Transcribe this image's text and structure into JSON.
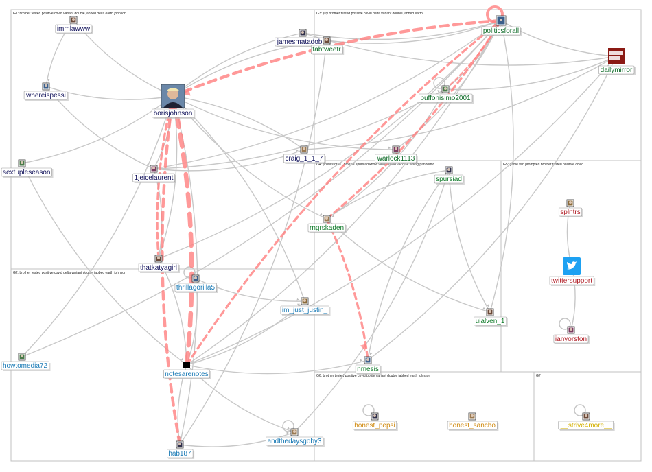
{
  "colors": {
    "g1": "#10115a",
    "g2": "#1a7ab5",
    "g3": "#0e6b28",
    "g4": "#0e7a28",
    "g5": "#b01c24",
    "g6": "#d08a10",
    "g7": "#d4b000",
    "edge": "#c8c8c8",
    "heavy_edge": "#ff8080",
    "mirror_red": "#8b1a14"
  },
  "groups": [
    {
      "id": "G1",
      "title": "G1: brother tested positive covid variant double jabbed delta earth johnson"
    },
    {
      "id": "G2",
      "title": "G2: brother tested positive covid delta variant double jabbed earth johnson"
    },
    {
      "id": "G3",
      "title": "G3: july brother tested positive covid delta variant double jabbed earth"
    },
    {
      "id": "G4",
      "title": "G4: politicsforall _nmesis spursiad know virus tested vaccine hiding pandemic"
    },
    {
      "id": "G5",
      "title": "G5: game win prompted brother tested positive covid"
    },
    {
      "id": "G6",
      "title": "G6: brother tested positive covid bottle variant double jabbed earth johnson"
    },
    {
      "id": "G7",
      "title": "G7"
    }
  ],
  "nodes": [
    {
      "id": "immlawww",
      "label": "immlawww",
      "group": "g1",
      "icon": "avatar-icon"
    },
    {
      "id": "whereispessi",
      "label": "whereispessi",
      "group": "g1",
      "icon": "avatar-icon"
    },
    {
      "id": "borisjohnson",
      "label": "borisjohnson",
      "group": "g1",
      "icon": "portrait-icon"
    },
    {
      "id": "sextupleseason",
      "label": "sextupleseason",
      "group": "g1",
      "icon": "avatar-icon"
    },
    {
      "id": "1jeicelaurent",
      "label": "1jeicelaurent",
      "group": "g1",
      "icon": "avatar-icon"
    },
    {
      "id": "jamesmatadobra",
      "label": "jamesmatadobra",
      "group": "g1",
      "icon": "avatar-icon"
    },
    {
      "id": "craig_1_1_7",
      "label": "craig_1_1_7",
      "group": "g1",
      "icon": "avatar-icon"
    },
    {
      "id": "thatkatyagirl",
      "label": "thatkatyagirl",
      "group": "g1",
      "icon": "avatar-icon"
    },
    {
      "id": "thrillagorilla5",
      "label": "thrillagorilla5",
      "group": "g2",
      "icon": "avatar-icon"
    },
    {
      "id": "im_just_justin_",
      "label": "im_just_justin_",
      "group": "g2",
      "icon": "avatar-icon"
    },
    {
      "id": "howtomedia72",
      "label": "howtomedia72",
      "group": "g2",
      "icon": "avatar-icon"
    },
    {
      "id": "notesarenotes",
      "label": "notesarenotes",
      "group": "g2",
      "icon": "square-icon"
    },
    {
      "id": "hab187",
      "label": "hab187",
      "group": "g2",
      "icon": "avatar-icon"
    },
    {
      "id": "andthedaysgoby3",
      "label": "andthedaysgoby3",
      "group": "g2",
      "icon": "avatar-icon"
    },
    {
      "id": "fabtweetr",
      "label": "fabtweetr",
      "group": "g3",
      "icon": "avatar-icon"
    },
    {
      "id": "politicsforall",
      "label": "politicsforall",
      "group": "g3",
      "icon": "avatar-icon"
    },
    {
      "id": "dailymirror",
      "label": "dailymirror",
      "group": "g3",
      "icon": "mirror-logo-icon"
    },
    {
      "id": "buffonisimo2001",
      "label": "buffonisimo2001",
      "group": "g3",
      "icon": "avatar-icon"
    },
    {
      "id": "warlock1113",
      "label": "warlock1113",
      "group": "g3",
      "icon": "avatar-icon"
    },
    {
      "id": "spursiad",
      "label": "spursiad",
      "group": "g4",
      "icon": "avatar-icon"
    },
    {
      "id": "rngrskaden",
      "label": "rngrskaden",
      "group": "g4",
      "icon": "avatar-icon"
    },
    {
      "id": "uialven_1",
      "label": "uialven_1",
      "group": "g4",
      "icon": "avatar-icon"
    },
    {
      "id": "nmesis",
      "label": "nmesis",
      "group": "g4",
      "icon": "avatar-icon"
    },
    {
      "id": "splntrs",
      "label": "splntrs",
      "group": "g5",
      "icon": "avatar-icon"
    },
    {
      "id": "twittersupport",
      "label": "twittersupport",
      "group": "g5",
      "icon": "twitter-bird-icon"
    },
    {
      "id": "ianyorston",
      "label": "ianyorston",
      "group": "g5",
      "icon": "avatar-icon"
    },
    {
      "id": "honest_pepsi",
      "label": "honest_pepsi",
      "group": "g6",
      "icon": "avatar-icon"
    },
    {
      "id": "honest_sancho",
      "label": "honest_sancho",
      "group": "g6",
      "icon": "avatar-icon"
    },
    {
      "id": "__strive4more__",
      "label": "__strive4more__",
      "group": "g7",
      "icon": "avatar-icon"
    }
  ],
  "edges": [
    [
      "immlawww",
      "whereispessi"
    ],
    [
      "immlawww",
      "borisjohnson"
    ],
    [
      "whereispessi",
      "borisjohnson"
    ],
    [
      "whereispessi",
      "1jeicelaurent"
    ],
    [
      "sextupleseason",
      "borisjohnson"
    ],
    [
      "sextupleseason",
      "notesarenotes"
    ],
    [
      "1jeicelaurent",
      "borisjohnson"
    ],
    [
      "1jeicelaurent",
      "craig_1_1_7"
    ],
    [
      "1jeicelaurent",
      "politicsforall"
    ],
    [
      "1jeicelaurent",
      "buffonisimo2001"
    ],
    [
      "jamesmatadobra",
      "borisjohnson"
    ],
    [
      "jamesmatadobra",
      "politicsforall"
    ],
    [
      "jamesmatadobra",
      "dailymirror"
    ],
    [
      "craig_1_1_7",
      "borisjohnson"
    ],
    [
      "borisjohnson",
      "warlock1113"
    ],
    [
      "borisjohnson",
      "rngrskaden"
    ],
    [
      "thatkatyagirl",
      "borisjohnson"
    ],
    [
      "thatkatyagirl",
      "1jeicelaurent"
    ],
    [
      "thrillagorilla5",
      "im_just_justin_"
    ],
    [
      "im_just_justin_",
      "borisjohnson"
    ],
    [
      "howtomedia72",
      "borisjohnson"
    ],
    [
      "howtomedia72",
      "politicsforall"
    ],
    [
      "notesarenotes",
      "thrillagorilla5"
    ],
    [
      "notesarenotes",
      "im_just_justin_"
    ],
    [
      "notesarenotes",
      "nmesis"
    ],
    [
      "notesarenotes",
      "hab187"
    ],
    [
      "notesarenotes",
      "andthedaysgoby3"
    ],
    [
      "notesarenotes",
      "thatkatyagirl"
    ],
    [
      "notesarenotes",
      "dailymirror"
    ],
    [
      "notesarenotes",
      "politicsforall"
    ],
    [
      "hab187",
      "andthedaysgoby3"
    ],
    [
      "hab187",
      "borisjohnson"
    ],
    [
      "hab187",
      "fabtweetr"
    ],
    [
      "andthedaysgoby3",
      "spursiad"
    ],
    [
      "fabtweetr",
      "borisjohnson"
    ],
    [
      "fabtweetr",
      "politicsforall"
    ],
    [
      "buffonisimo2001",
      "politicsforall"
    ],
    [
      "buffonisimo2001",
      "dailymirror"
    ],
    [
      "warlock1113",
      "politicsforall"
    ],
    [
      "spursiad",
      "rngrskaden"
    ],
    [
      "spursiad",
      "uialven_1"
    ],
    [
      "spursiad",
      "nmesis"
    ],
    [
      "rngrskaden",
      "uialven_1"
    ],
    [
      "rngrskaden",
      "buffonisimo2001"
    ],
    [
      "uialven_1",
      "politicsforall"
    ],
    [
      "nmesis",
      "dailymirror"
    ],
    [
      "politicsforall",
      "dailymirror"
    ],
    [
      "splntrs",
      "twittersupport"
    ],
    [
      "ianyorston",
      "twittersupport"
    ],
    [
      "craig_1_1_7",
      "dailymirror"
    ],
    [
      "thatkatyagirl",
      "politicsforall"
    ]
  ],
  "heavy_edges": [
    {
      "from": "notesarenotes",
      "to": "borisjohnson",
      "weight": 6
    },
    {
      "from": "hab187",
      "to": "borisjohnson",
      "weight": 4
    },
    {
      "from": "politicsforall",
      "to": "borisjohnson",
      "weight": 4
    },
    {
      "from": "notesarenotes",
      "to": "politicsforall",
      "weight": 3
    },
    {
      "from": "rngrskaden",
      "to": "politicsforall",
      "weight": 3
    },
    {
      "from": "rngrskaden",
      "to": "nmesis",
      "weight": 3
    },
    {
      "from": "buffonisimo2001",
      "to": "politicsforall",
      "weight": 2
    },
    {
      "from": "thatkatyagirl",
      "to": "borisjohnson",
      "weight": 3
    }
  ],
  "self_loops": [
    "politicsforall",
    "buffonisimo2001",
    "thrillagorilla5",
    "andthedaysgoby3",
    "honest_pepsi",
    "__strive4more__",
    "ianyorston"
  ]
}
